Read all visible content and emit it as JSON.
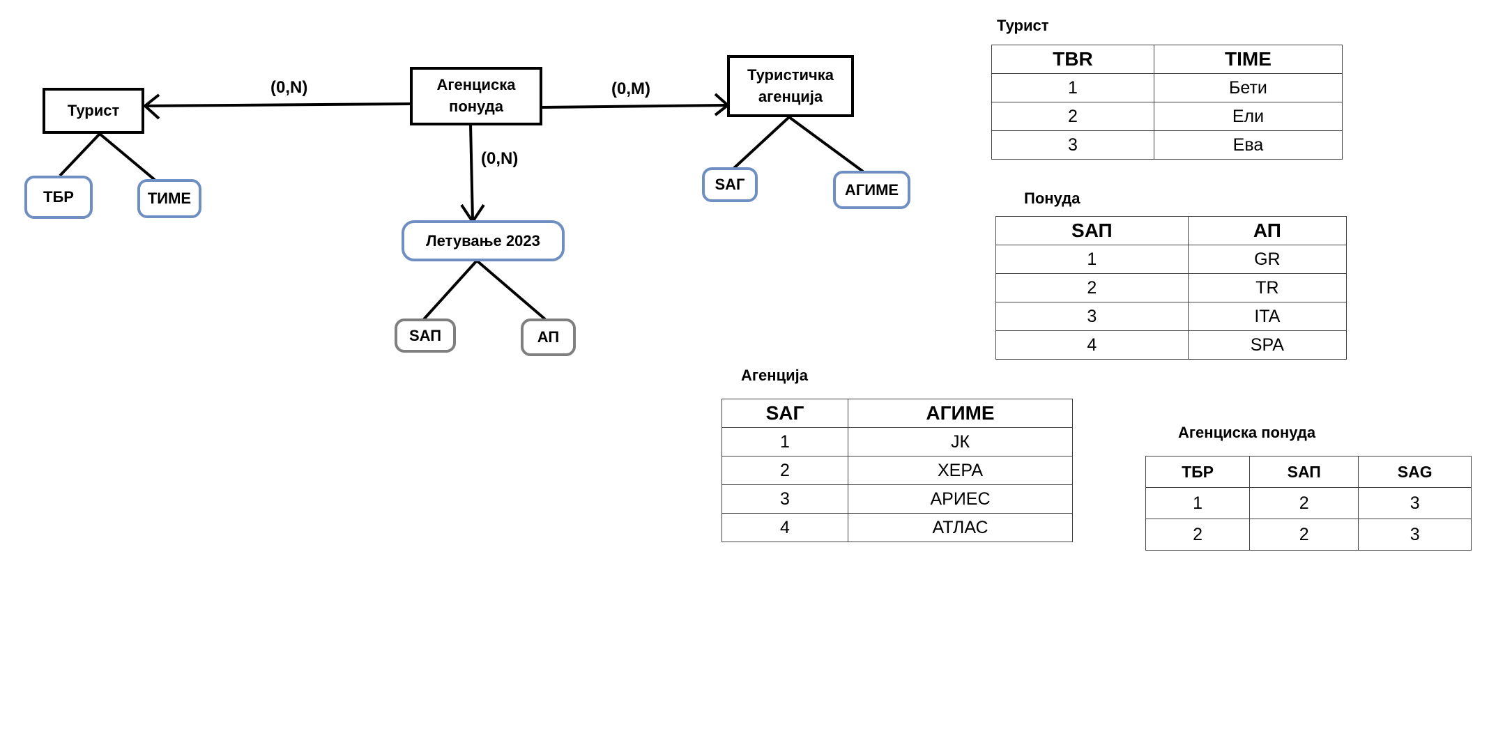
{
  "diagram": {
    "entities": {
      "turist": "Турист",
      "agency_offer": [
        "Агенциска",
        "понуда"
      ],
      "tourist_agency": [
        "Туристичка",
        "агенција"
      ],
      "vacation": "Летување 2023"
    },
    "attributes": {
      "tbr": "ТБР",
      "time": "ТИМЕ",
      "sag": "SАГ",
      "agime": "АГИМЕ",
      "sap": "SАП",
      "ap": "АП"
    },
    "cardinalities": {
      "left": "(0,N)",
      "right": "(0,M)",
      "down": "(0,N)"
    }
  },
  "tables": {
    "turist": {
      "title": "Турист",
      "headers": [
        "TBR",
        "TIME"
      ],
      "rows": [
        [
          "1",
          "Бети"
        ],
        [
          "2",
          "Ели"
        ],
        [
          "3",
          "Ева"
        ]
      ]
    },
    "ponuda": {
      "title": "Понуда",
      "headers": [
        "SАП",
        "АП"
      ],
      "rows": [
        [
          "1",
          "GR"
        ],
        [
          "2",
          "TR"
        ],
        [
          "3",
          "ITA"
        ],
        [
          "4",
          "SPA"
        ]
      ]
    },
    "agencija": {
      "title": "Агенција",
      "headers": [
        "SАГ",
        "АГИМЕ"
      ],
      "rows": [
        [
          "1",
          "JК"
        ],
        [
          "2",
          "ХЕРА"
        ],
        [
          "3",
          "АРИЕС"
        ],
        [
          "4",
          "АТЛАС"
        ]
      ]
    },
    "agenciska_ponuda": {
      "title": "Агенциска понуда",
      "headers": [
        "ТБР",
        "SАП",
        "SAG"
      ],
      "rows": [
        [
          "1",
          "2",
          "3"
        ],
        [
          "2",
          "2",
          "3"
        ]
      ]
    }
  }
}
